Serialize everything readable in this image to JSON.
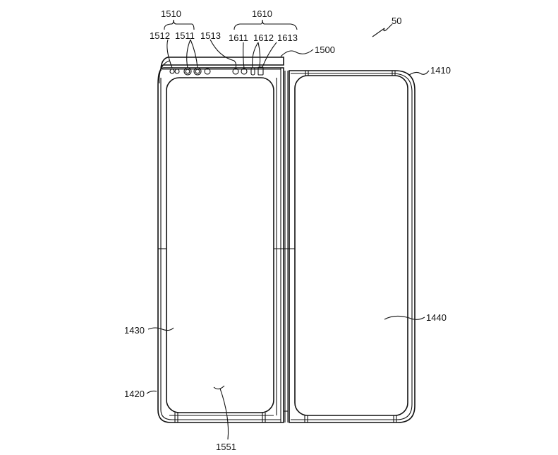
{
  "figure": {
    "reference": "50",
    "labels": {
      "camera_group": "1510",
      "camera_1512": "1512",
      "camera_1511": "1511",
      "camera_1513": "1513",
      "sensor_group": "1610",
      "sensor_1611": "1611",
      "sensor_1612": "1612",
      "sensor_1613": "1613",
      "top_module": "1500",
      "right_housing": "1410",
      "left_display": "1430",
      "right_display": "1440",
      "left_housing": "1420",
      "display_region": "1551"
    }
  }
}
